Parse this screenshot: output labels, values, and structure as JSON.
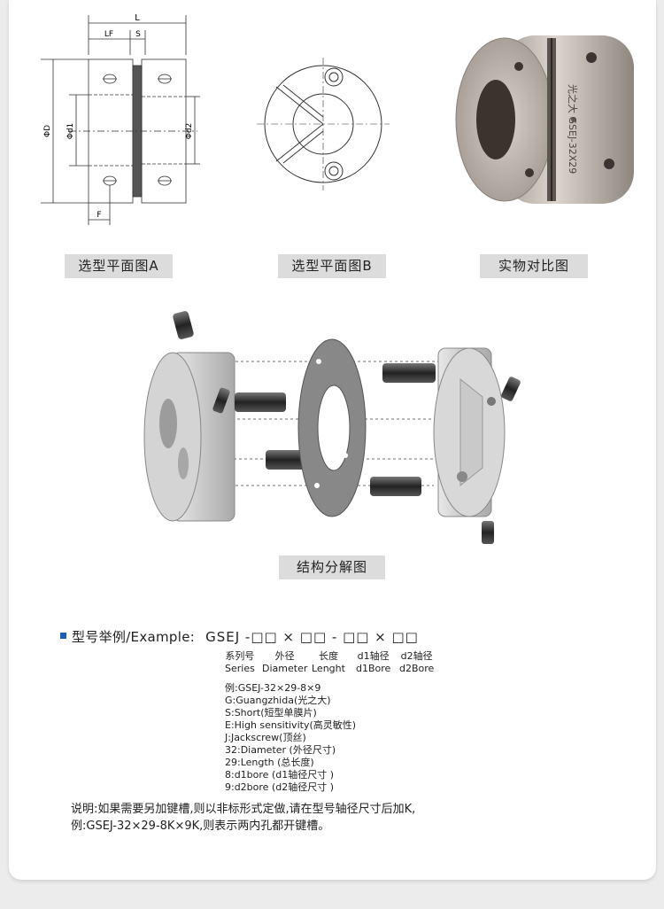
{
  "drawings": {
    "dimension_labels": {
      "L": "L",
      "LF": "LF",
      "S": "S",
      "F": "F",
      "D": "ΦD",
      "d1": "Φd1",
      "d2": "Φd2"
    },
    "product_engraving": "光之大 GSEJ-32X29"
  },
  "captions": {
    "plan_a": "选型平面图A",
    "plan_b": "选型平面图B",
    "photo": "实物对比图",
    "exploded": "结构分解图"
  },
  "example": {
    "label": "型号举例/Example:",
    "code": "GSEJ -□□ × □□  -  □□ × □□",
    "columns": [
      {
        "cn": "系列号",
        "en": "Series"
      },
      {
        "cn": "外径",
        "en": "Diameter"
      },
      {
        "cn": "长度",
        "en": "Lenght"
      },
      {
        "cn": "d1轴径",
        "en": "d1Bore"
      },
      {
        "cn": "d2轴径",
        "en": "d2Bore"
      }
    ],
    "lines": [
      "例:GSEJ-32×29-8×9",
      "G:Guangzhida(光之大)",
      "S:Short(短型单膜片)",
      "E:High sensitivity(高灵敏性)",
      "J:Jackscrew(顶丝)",
      "32:Diameter (外径尺寸)",
      "29:Length (总长度)",
      "8:d1bore (d1轴径尺寸 )",
      "9:d2bore (d2轴径尺寸 )"
    ]
  },
  "note": {
    "line1": "说明:如果需要另加键槽,则以非标形式定做,请在型号轴径尺寸后加K,",
    "line2": "例:GSEJ-32×29-8K×9K,则表示两内孔都开键槽。"
  },
  "colors": {
    "accent": "#1d5fb5",
    "caption_bg": "#dcdcdc",
    "metal": "#b9b2aa"
  }
}
